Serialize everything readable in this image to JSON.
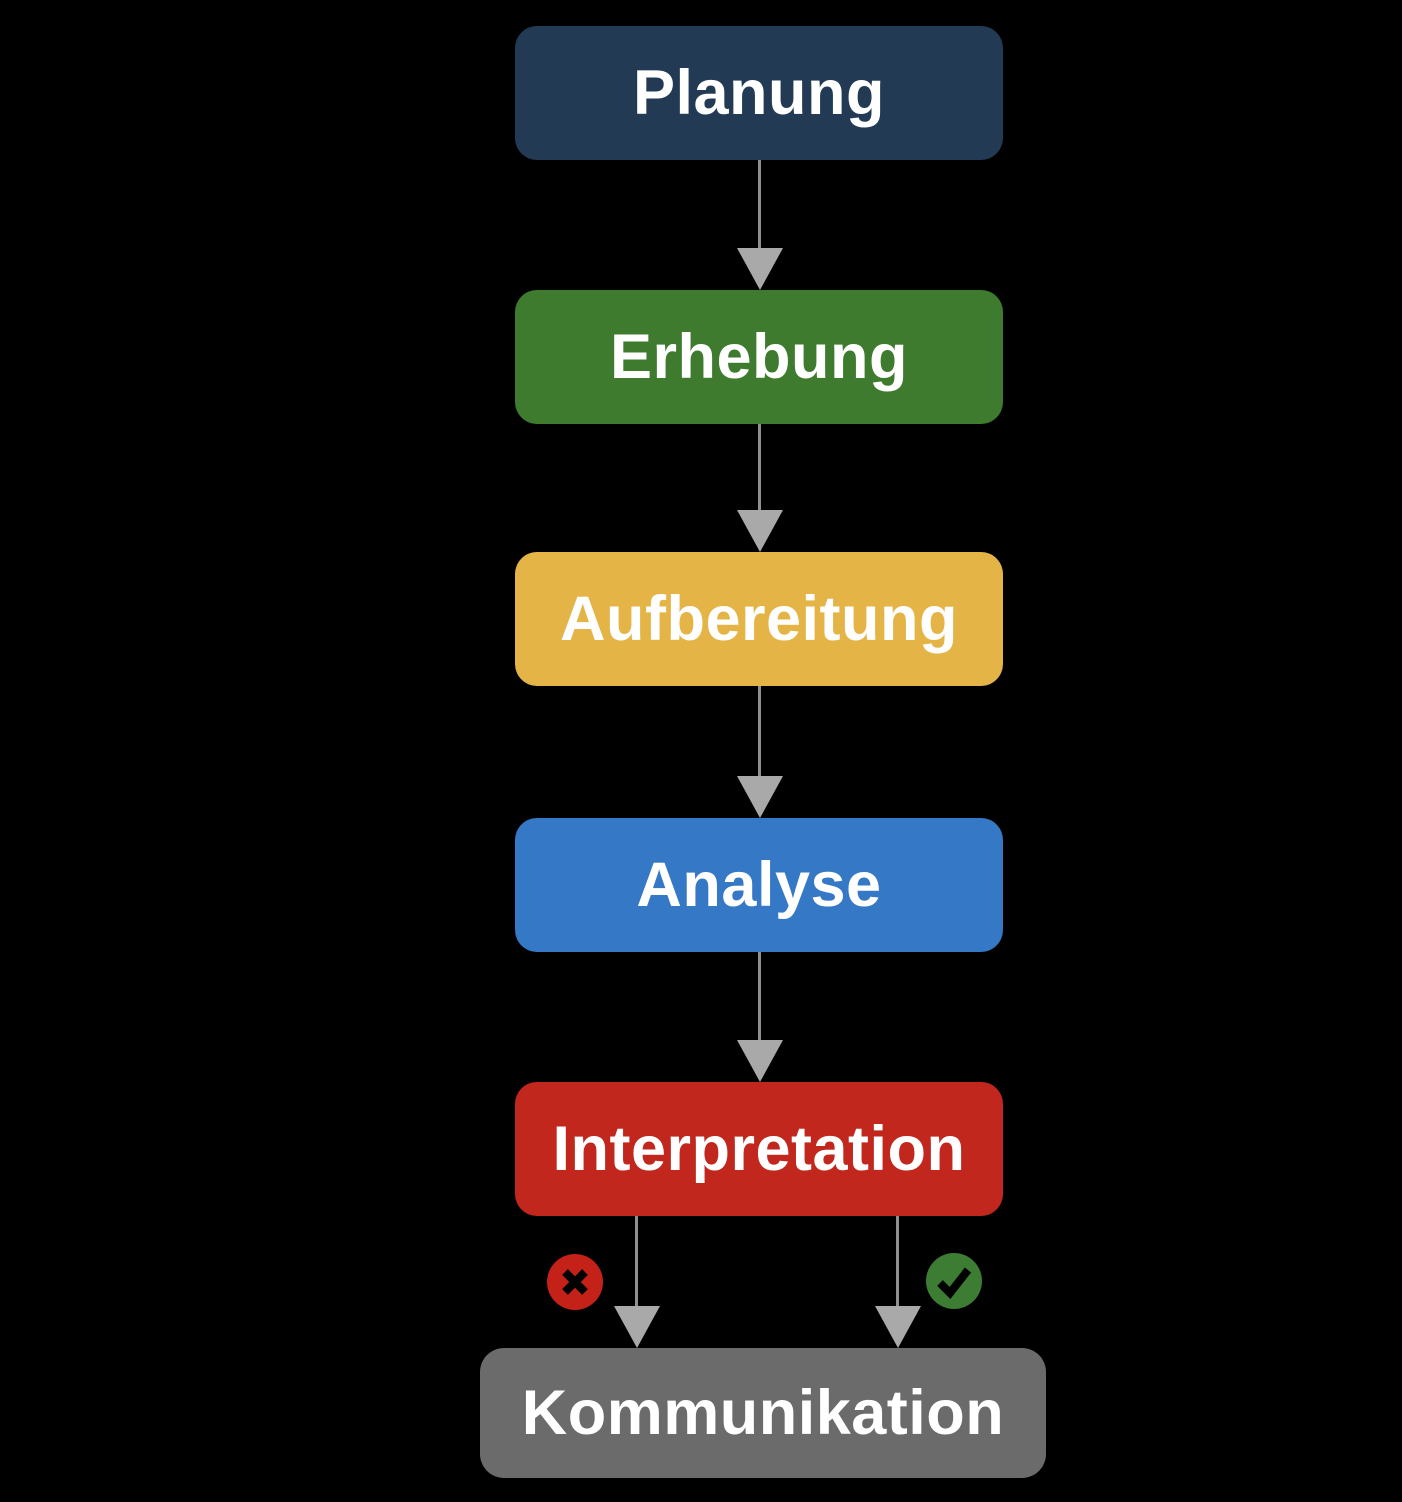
{
  "diagram": {
    "background_color": "#000000",
    "text_color": "#ffffff",
    "steps": [
      {
        "label": "Planung",
        "color": "#233a55"
      },
      {
        "label": "Erhebung",
        "color": "#3f7b2f"
      },
      {
        "label": "Aufbereitung",
        "color": "#e4b546"
      },
      {
        "label": "Analyse",
        "color": "#3578c5"
      },
      {
        "label": "Interpretation",
        "color": "#c1271d"
      },
      {
        "label": "Kommunikation",
        "color": "#6b6b6b"
      }
    ],
    "connector": {
      "line_color": "#8f8f8f",
      "arrowhead_color": "#a9a9a9"
    },
    "branch_icons": {
      "wrong": {
        "icon": "x-circle-icon",
        "circle_color": "#c42119",
        "glyph_color": "#000000"
      },
      "right": {
        "icon": "check-circle-icon",
        "circle_color": "#3d7c33",
        "glyph_color": "#000000"
      }
    }
  }
}
